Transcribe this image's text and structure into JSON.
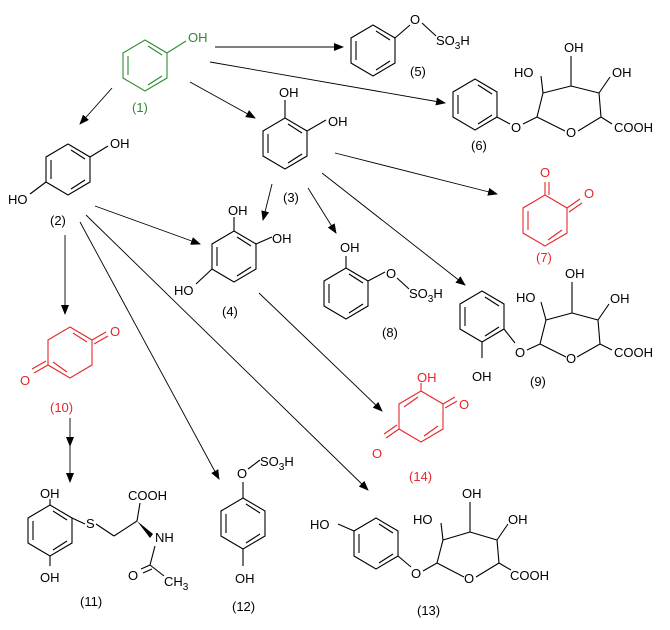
{
  "colors": {
    "default": "#000000",
    "parent": "#2e8b2e",
    "quinone": "#e8262a"
  },
  "compounds": {
    "c1": {
      "number": "(1)"
    },
    "c2": {
      "number": "(2)"
    },
    "c3": {
      "number": "(3)"
    },
    "c4": {
      "number": "(4)"
    },
    "c5": {
      "number": "(5)"
    },
    "c6": {
      "number": "(6)"
    },
    "c7": {
      "number": "(7)"
    },
    "c8": {
      "number": "(8)"
    },
    "c9": {
      "number": "(9)"
    },
    "c10": {
      "number": "(10)"
    },
    "c11": {
      "number": "(11)"
    },
    "c12": {
      "number": "(12)"
    },
    "c13": {
      "number": "(13)"
    },
    "c14": {
      "number": "(14)"
    }
  },
  "atoms": {
    "oh": "OH",
    "ho": "HO",
    "o": "O",
    "cooh": "COOH",
    "s": "S",
    "nh": "NH",
    "so3": "SO",
    "so3_sub": "3",
    "so3_h": "H",
    "ch3": "CH",
    "ch3_sub": "3"
  }
}
